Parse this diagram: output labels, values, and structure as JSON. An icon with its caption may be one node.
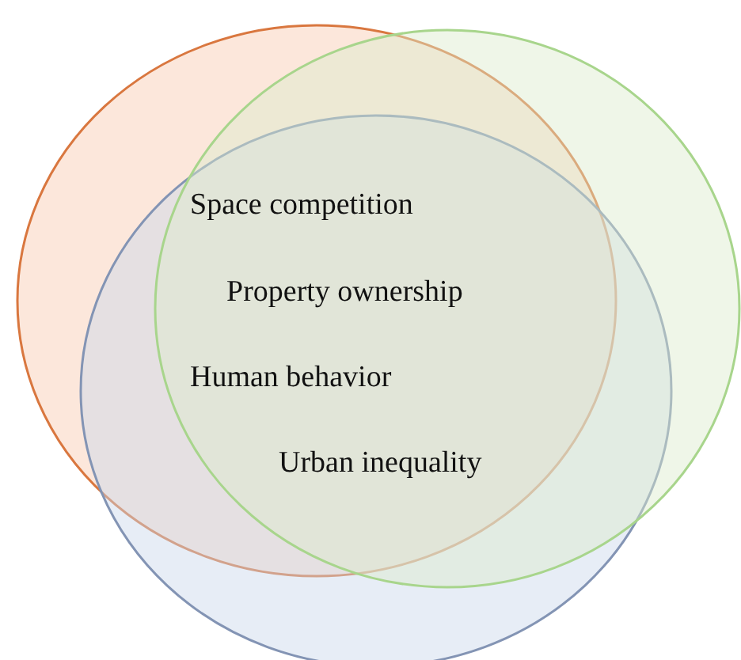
{
  "diagram": {
    "nodes": [
      {
        "text": [],
        "shape": "circle"
      },
      {
        "text": [],
        "shape": "circle"
      },
      {
        "text": [],
        "shape": "circle"
      }
    ],
    "edges": [],
    "labels": [
      "Space competition",
      "Property ownership",
      "Human behavior",
      "Urban inequality"
    ]
  }
}
